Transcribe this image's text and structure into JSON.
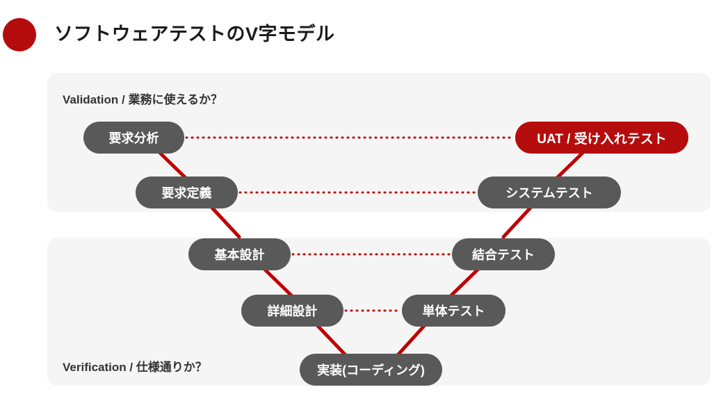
{
  "title": {
    "text": "ソフトウェアテストのV字モデル",
    "bullet_color": "#B50D0D"
  },
  "panels": {
    "validation": {
      "label": "Validation / 業務に使えるか？",
      "background": "#F5F5F5"
    },
    "verification": {
      "label": "Verification / 仕様通りか？",
      "background": "#F5F5F5"
    }
  },
  "colors": {
    "node_gray": "#595959",
    "node_red": "#B50D0D",
    "connector_red": "#C00000",
    "page_background": "#FFFFFF"
  },
  "nodes": {
    "req_analysis": {
      "label": "要求分析",
      "style": "gray"
    },
    "req_definition": {
      "label": "要求定義",
      "style": "gray"
    },
    "basic_design": {
      "label": "基本設計",
      "style": "gray"
    },
    "detail_design": {
      "label": "詳細設計",
      "style": "gray"
    },
    "implementation": {
      "label": "実装(コーディング)",
      "style": "gray"
    },
    "unit_test": {
      "label": "単体テスト",
      "style": "gray"
    },
    "integration_test": {
      "label": "結合テスト",
      "style": "gray"
    },
    "system_test": {
      "label": "システムテスト",
      "style": "gray"
    },
    "uat": {
      "label": "UAT / 受け入れテスト",
      "style": "red"
    }
  }
}
